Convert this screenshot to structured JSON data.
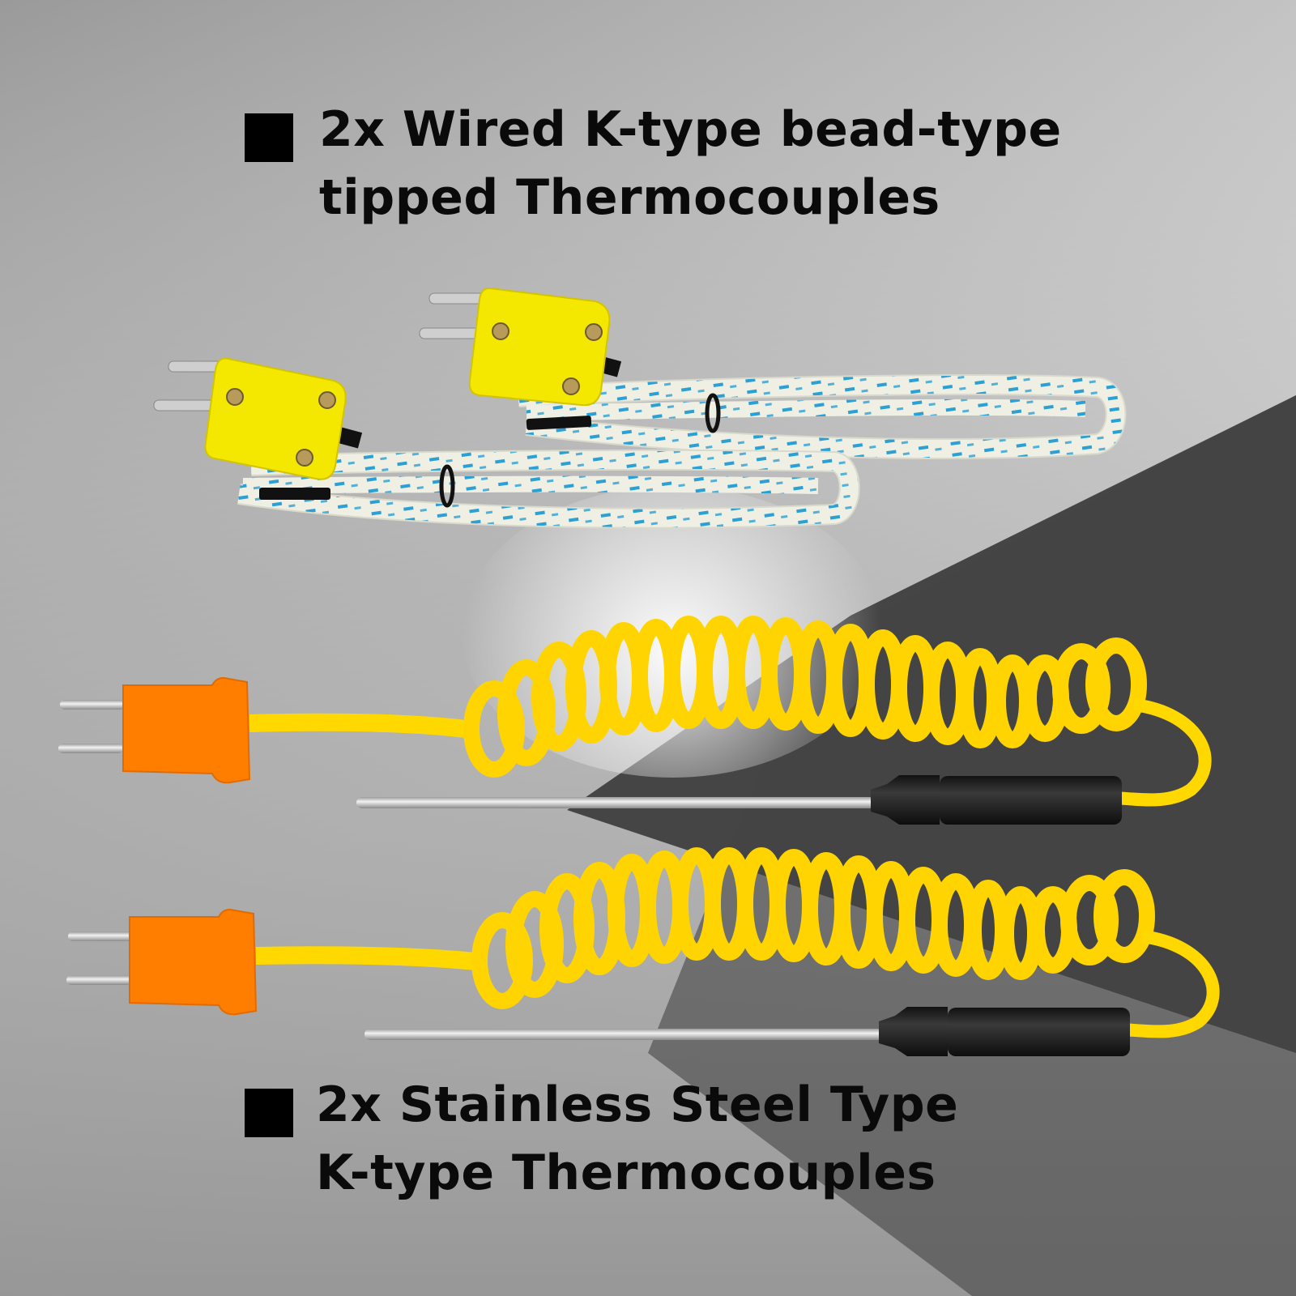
{
  "captions": {
    "top": {
      "bullet": "square-bullet",
      "text": "2x Wired K-type bead-type\ntipped Thermocouples"
    },
    "bottom": {
      "bullet": "square-bullet",
      "text": "2x Stainless Steel Type\n K-type Thermocouples"
    }
  },
  "colors": {
    "connector_yellow": "#f5e800",
    "connector_orange": "#ff7e00",
    "coil_yellow": "#ffd800",
    "braid_white": "#eeeee2",
    "braid_blue": "#2aa0d4",
    "handle_black": "#1c1c1c",
    "dark_bg": "#444444"
  },
  "products": [
    {
      "name": "bead-thermocouple-1",
      "connector": "yellow mini K-type plug",
      "cable": "braided fiberglass"
    },
    {
      "name": "bead-thermocouple-2",
      "connector": "yellow mini K-type plug",
      "cable": "braided fiberglass"
    },
    {
      "name": "probe-thermocouple-1",
      "connector": "orange mini K-type plug",
      "cable": "yellow coiled",
      "probe": "stainless steel with black handle"
    },
    {
      "name": "probe-thermocouple-2",
      "connector": "orange mini K-type plug",
      "cable": "yellow coiled",
      "probe": "stainless steel with black handle"
    }
  ]
}
